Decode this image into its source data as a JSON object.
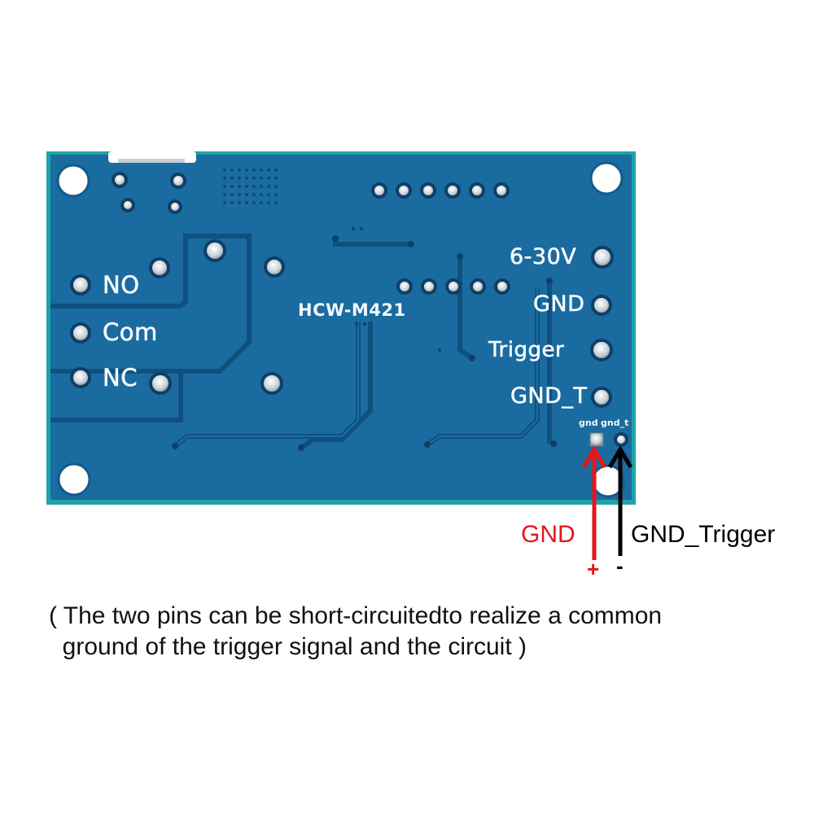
{
  "board": {
    "model": "HCW-M421",
    "pcb_color": "#1a6ba0",
    "edge_color": "#1fa3a8",
    "relay_terminals": [
      {
        "label": "NO"
      },
      {
        "label": "Com"
      },
      {
        "label": "NC"
      }
    ],
    "power_terminals": [
      {
        "label": "6-30V"
      },
      {
        "label": "GND"
      },
      {
        "label": "Trigger"
      },
      {
        "label": "GND_T"
      }
    ],
    "jumper_pads": [
      {
        "label": "gnd"
      },
      {
        "label": "gnd_t"
      }
    ]
  },
  "callouts": {
    "gnd": {
      "label": "GND",
      "sign": "+",
      "color": "#e8141b"
    },
    "gnd_trigger": {
      "label": "GND_Trigger",
      "sign": "-",
      "color": "#000000"
    }
  },
  "note": {
    "line1": "( The two pins can be short-circuitedto realize a common",
    "line2": "  ground of the trigger signal and the circuit )"
  }
}
